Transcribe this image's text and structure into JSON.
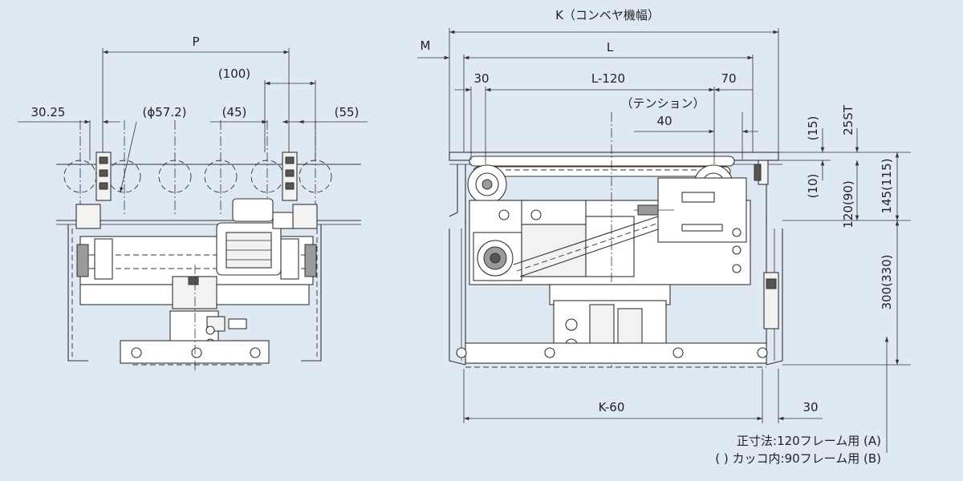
{
  "dimensions": {
    "K": "K（コンベヤ機幅）",
    "M": "M",
    "L": "L",
    "P": "P",
    "L120": "L-120",
    "d30_top": "30",
    "d70": "70",
    "tension": "（テンション）",
    "d40": "40",
    "d100": "(100)",
    "d30_25": "30.25",
    "phi": "(ϕ57.2)",
    "d45": "(45)",
    "d55": "(55)",
    "d15": "(15)",
    "d25st": "25ST",
    "d10": "(10)",
    "d120_90": "120(90)",
    "d145_115": "145(115)",
    "d300_330": "300(330)",
    "K60": "K-60",
    "d30_bottom": "30"
  },
  "notes": {
    "line1": "正寸法:120フレーム用 (A)",
    "line2": "( ) カッコ内:90フレーム用 (B)"
  },
  "colors": {
    "background": "#dfe9f3",
    "line": "#333333"
  }
}
